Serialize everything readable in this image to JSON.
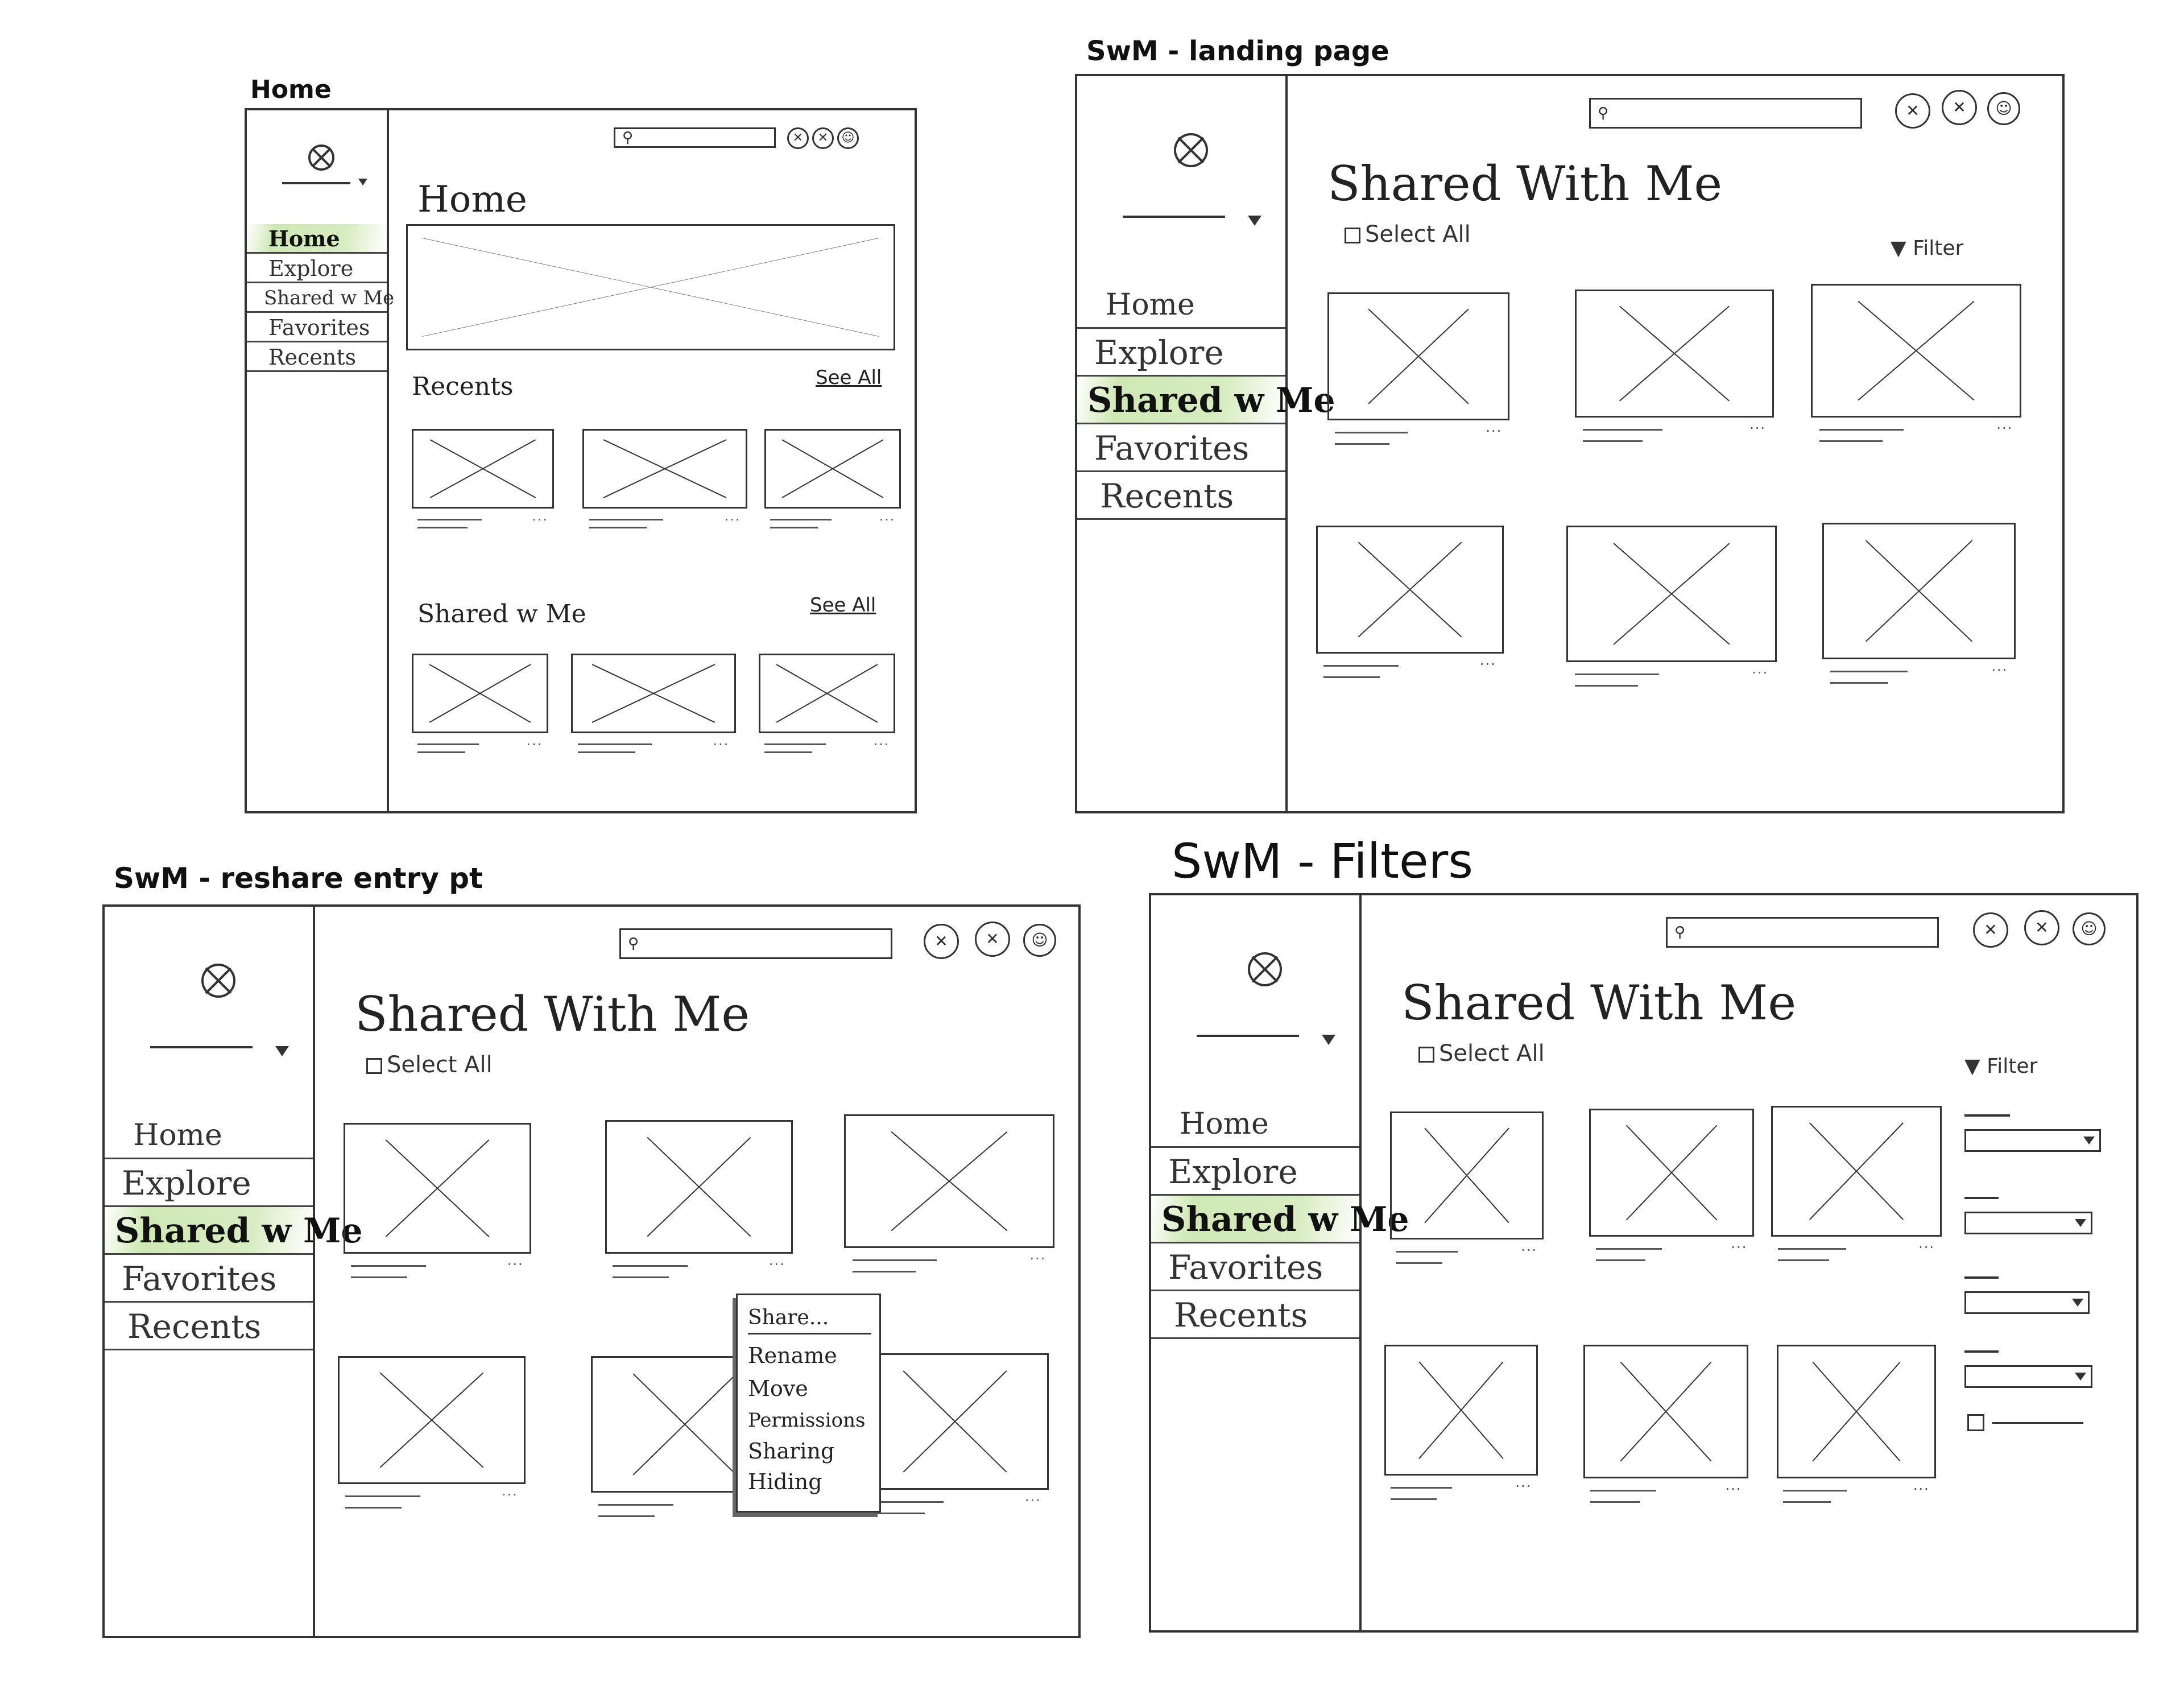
{
  "frames": [
    {
      "id": "home",
      "title": "Home",
      "sidebar": {
        "nav": [
          "Home",
          "Explore",
          "Shared w Me",
          "Favorites",
          "Recents"
        ],
        "active": 0
      },
      "main": {
        "heading": "Home",
        "sections": [
          {
            "title": "Recents",
            "see_all": "See All"
          },
          {
            "title": "Shared w Me",
            "see_all": "See All"
          }
        ]
      }
    },
    {
      "id": "swm-landing",
      "title": "SwM - landing page",
      "sidebar": {
        "nav": [
          "Home",
          "Explore",
          "Shared w Me",
          "Favorites",
          "Recents"
        ],
        "active": 2
      },
      "main": {
        "heading": "Shared With Me",
        "select_all": "Select All",
        "filter": "Filter"
      }
    },
    {
      "id": "swm-reshare",
      "title": "SwM - reshare entry pt",
      "sidebar": {
        "nav": [
          "Home",
          "Explore",
          "Shared w Me",
          "Favorites",
          "Recents"
        ],
        "active": 2
      },
      "main": {
        "heading": "Shared With Me",
        "select_all": "Select All"
      },
      "context_menu": [
        "Share...",
        "Rename",
        "Move",
        "Permissions",
        "Sharing",
        "Hiding"
      ]
    },
    {
      "id": "swm-filters",
      "title": "SwM - Filters",
      "sidebar": {
        "nav": [
          "Home",
          "Explore",
          "Shared w Me",
          "Favorites",
          "Recents"
        ],
        "active": 2
      },
      "main": {
        "heading": "Shared With Me",
        "select_all": "Select All",
        "filter": "Filter"
      }
    }
  ],
  "icons": {
    "logo": "crossed-circle-icon",
    "search": "search-icon",
    "topbar": [
      "close-icon",
      "close-icon",
      "profile-icon"
    ],
    "filter": "funnel-icon",
    "dropdown": "chevron-down-icon"
  }
}
